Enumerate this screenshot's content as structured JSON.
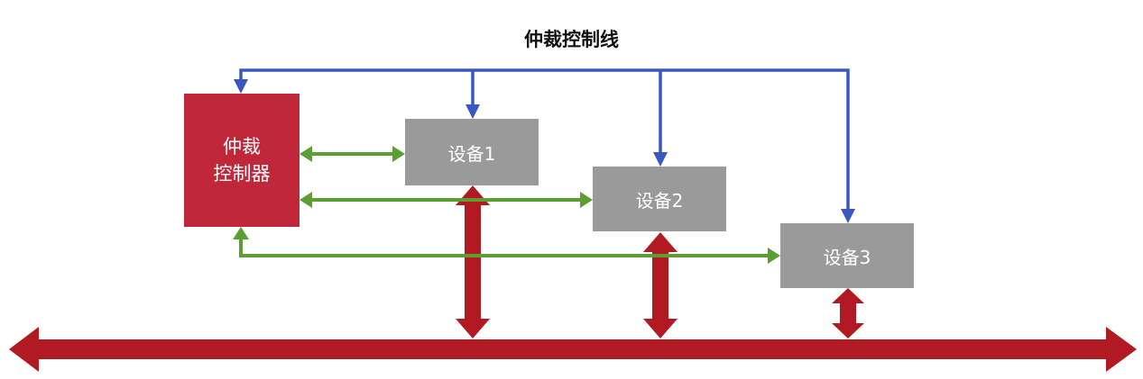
{
  "title": "仲裁控制线",
  "arbiter": {
    "line1": "仲裁",
    "line2": "控制器"
  },
  "devices": [
    {
      "label": "设备1"
    },
    {
      "label": "设备2"
    },
    {
      "label": "设备3"
    }
  ],
  "colors": {
    "arbiter_fill": "#c0273a",
    "device_fill": "#9a9a9a",
    "bus_red": "#b11a22",
    "control_line_blue": "#3a56c0",
    "request_line_green": "#5b9f32"
  }
}
